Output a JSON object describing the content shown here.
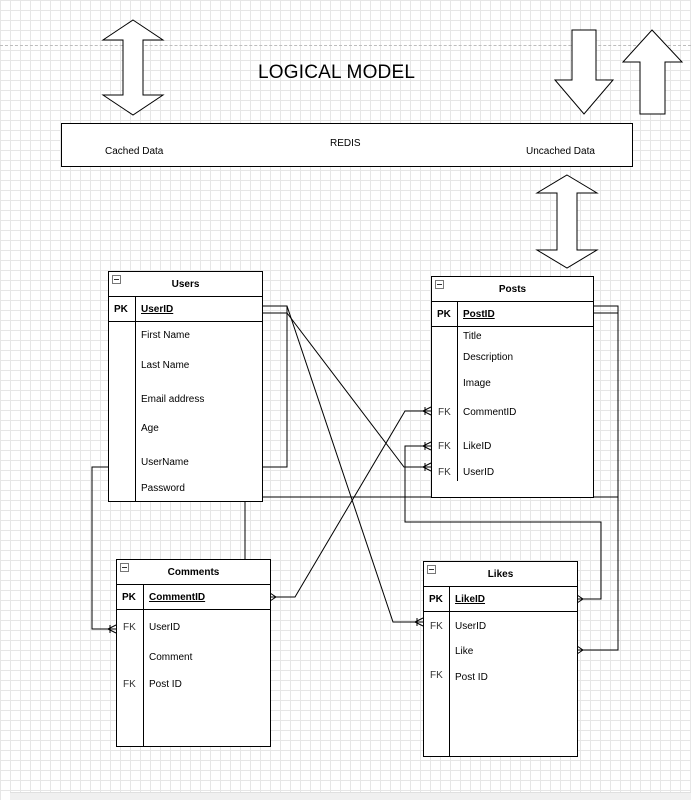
{
  "title": "LOGICAL MODEL",
  "cache": {
    "name": "REDIS",
    "left_label": "Cached Data",
    "right_label": "Uncached Data"
  },
  "entities": {
    "users": {
      "name": "Users",
      "pk_key": "PK",
      "pk": "UserID",
      "fields": [
        "First Name",
        "Last Name",
        "Email address",
        "Age",
        "UserName",
        "Password"
      ]
    },
    "posts": {
      "name": "Posts",
      "pk_key": "PK",
      "pk": "PostID",
      "fields": [
        "Title",
        "Description",
        "Image",
        "CommentID",
        "LikeID",
        "UserID"
      ],
      "keys": [
        "",
        "",
        "",
        "FK",
        "FK",
        "FK"
      ]
    },
    "comments": {
      "name": "Comments",
      "pk_key": "PK",
      "pk": "CommentID",
      "fields": [
        "UserID",
        "Comment",
        "Post ID"
      ],
      "keys": [
        "FK",
        "",
        "FK"
      ]
    },
    "likes": {
      "name": "Likes",
      "pk_key": "PK",
      "pk": "LikeID",
      "fields": [
        "UserID",
        "Like",
        "Post ID"
      ],
      "keys": [
        "FK",
        "",
        "FK"
      ]
    }
  }
}
